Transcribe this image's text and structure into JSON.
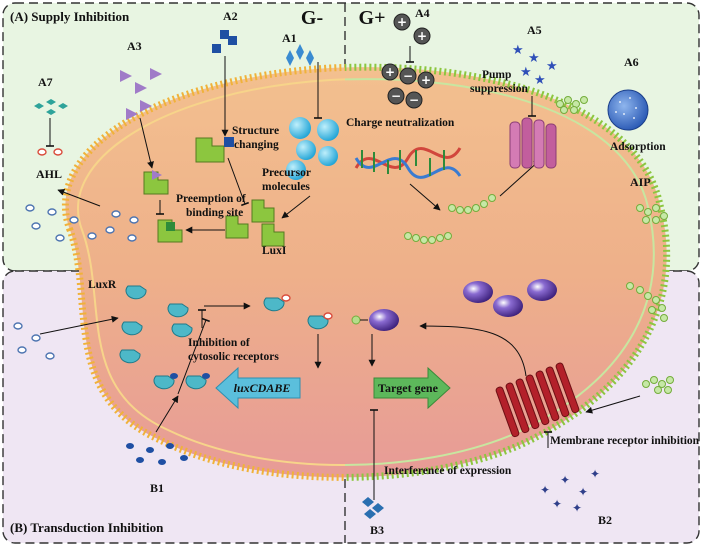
{
  "panels": {
    "supply": "(A) Supply Inhibition",
    "transduction": "(B) Transduction Inhibition"
  },
  "gram": {
    "negative": "G-",
    "positive": "G+"
  },
  "labels": {
    "A1": "A1",
    "A2": "A2",
    "A3": "A3",
    "A4": "A4",
    "A5": "A5",
    "A6": "A6",
    "A7": "A7",
    "B1": "B1",
    "B2": "B2",
    "B3": "B3",
    "structure_changing_1": "Structure",
    "structure_changing_2": "changing",
    "precursor_1": "Precursor",
    "precursor_2": "molecules",
    "preemption_1": "Preemption of",
    "preemption_2": "binding site",
    "luxi": "LuxI",
    "ahl": "AHL",
    "charge_neutralization": "Charge neutralization",
    "pump_1": "Pump",
    "pump_2": "suppression",
    "adsorption": "Adsorption",
    "aip": "AIP",
    "luxr": "LuxR",
    "inhibition_cyto_1": "Inhibition of",
    "inhibition_cyto_2": "cytosolic receptors",
    "luxcdabe": "luxCDABE",
    "target_gene": "Target gene",
    "membrane_receptor": "Membrane receptor inhibition",
    "interference": "Interference of expression"
  },
  "colors": {
    "supply_bg": "#e8f5e2",
    "transduction_bg": "#efe6f3",
    "cell_top": "#f2b98a",
    "cell_bottom": "#e9a099",
    "membrane_left": "#f0b23a",
    "membrane_right": "#8cc63f",
    "ahl": "#7a9cc6",
    "luxi": "#8cc63f",
    "luxr": "#4db8c8",
    "aip": "#b4dd8a",
    "receptor": "#b3202a",
    "arrow_blue": "#5bbfdc",
    "arrow_green": "#5db85b"
  }
}
